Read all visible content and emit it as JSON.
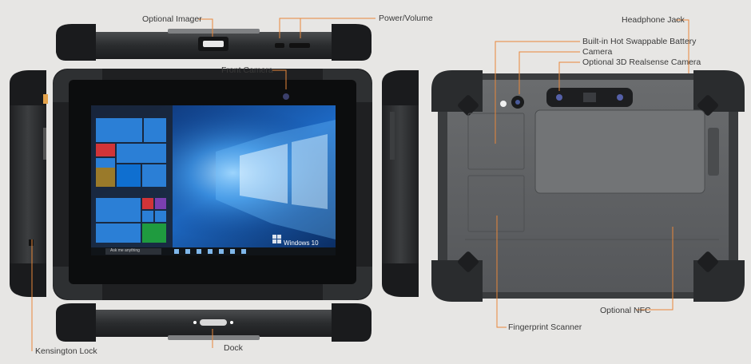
{
  "callouts": {
    "optional_imager": "Optional Imager",
    "power_volume": "Power/Volume",
    "headphone_jack": "Headphone Jack",
    "front_camera": "Front Camera",
    "battery": "Built-in Hot Swappable Battery",
    "camera": "Camera",
    "realsense": "Optional 3D Realsense Camera",
    "kensington": "Kensington Lock",
    "dock": "Dock",
    "fingerprint": "Fingerprint Scanner",
    "nfc": "Optional NFC"
  },
  "screen": {
    "os_logo_text": "Windows 10",
    "search_placeholder": "Ask me anything"
  },
  "colors": {
    "callout_line": "#e8873a",
    "body_dark": "#2b2d2f",
    "body_mid": "#47494b",
    "back_panel": "#5d5f61",
    "accent_orange": "#e3a24a",
    "screen_blue": "#1b5fb0"
  }
}
